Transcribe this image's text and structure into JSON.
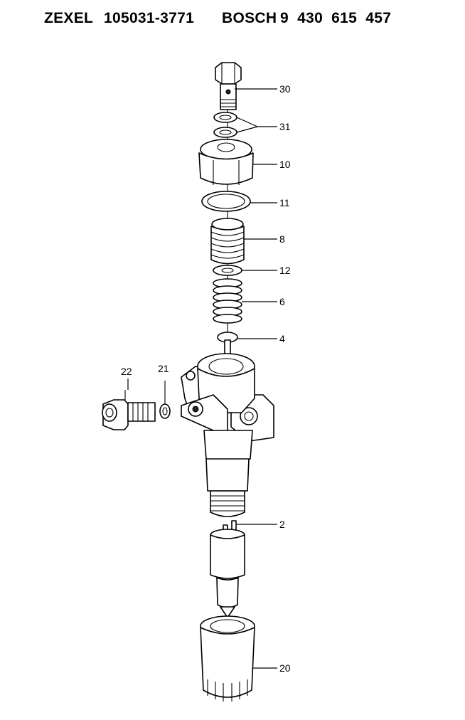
{
  "header": {
    "brand1": "ZEXEL",
    "part_number1": "105031-3771",
    "brand2": "BOSCH",
    "part_number2": "9 430 615 457"
  },
  "callouts": [
    {
      "id": "c30",
      "label": "30"
    },
    {
      "id": "c31",
      "label": "31"
    },
    {
      "id": "c10",
      "label": "10"
    },
    {
      "id": "c11",
      "label": "11"
    },
    {
      "id": "c8",
      "label": "8"
    },
    {
      "id": "c12",
      "label": "12"
    },
    {
      "id": "c6",
      "label": "6"
    },
    {
      "id": "c4",
      "label": "4"
    },
    {
      "id": "c22",
      "label": "22"
    },
    {
      "id": "c21",
      "label": "21"
    },
    {
      "id": "c2",
      "label": "2"
    },
    {
      "id": "c20",
      "label": "20"
    }
  ]
}
